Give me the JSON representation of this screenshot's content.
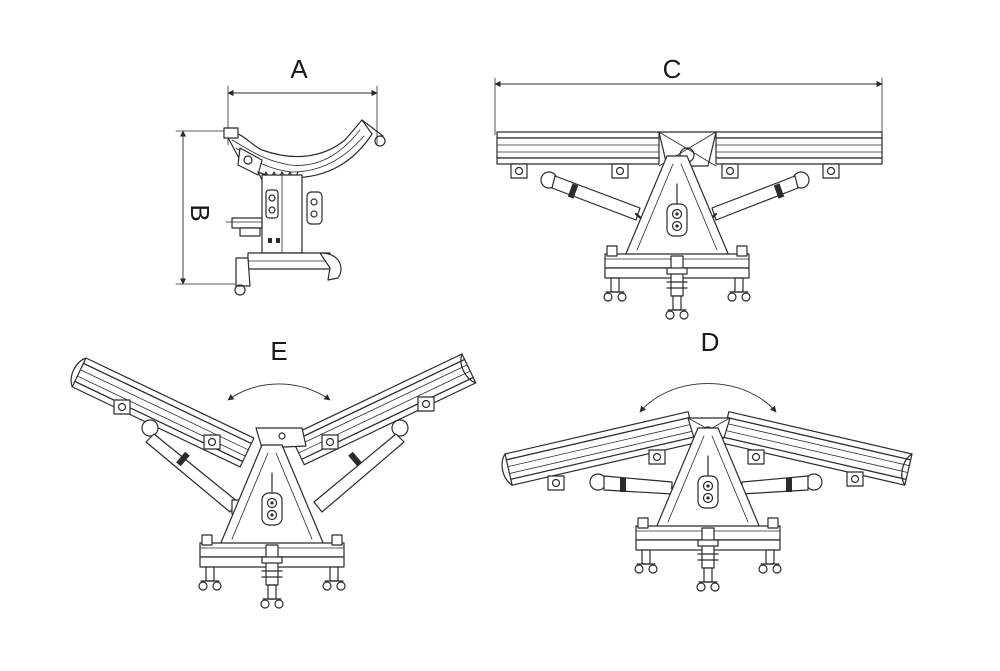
{
  "labels": {
    "a": "A",
    "b": "B",
    "c": "C",
    "d": "D",
    "e": "E"
  },
  "colors": {
    "line": "#2b2b2b",
    "background": "#ffffff"
  }
}
